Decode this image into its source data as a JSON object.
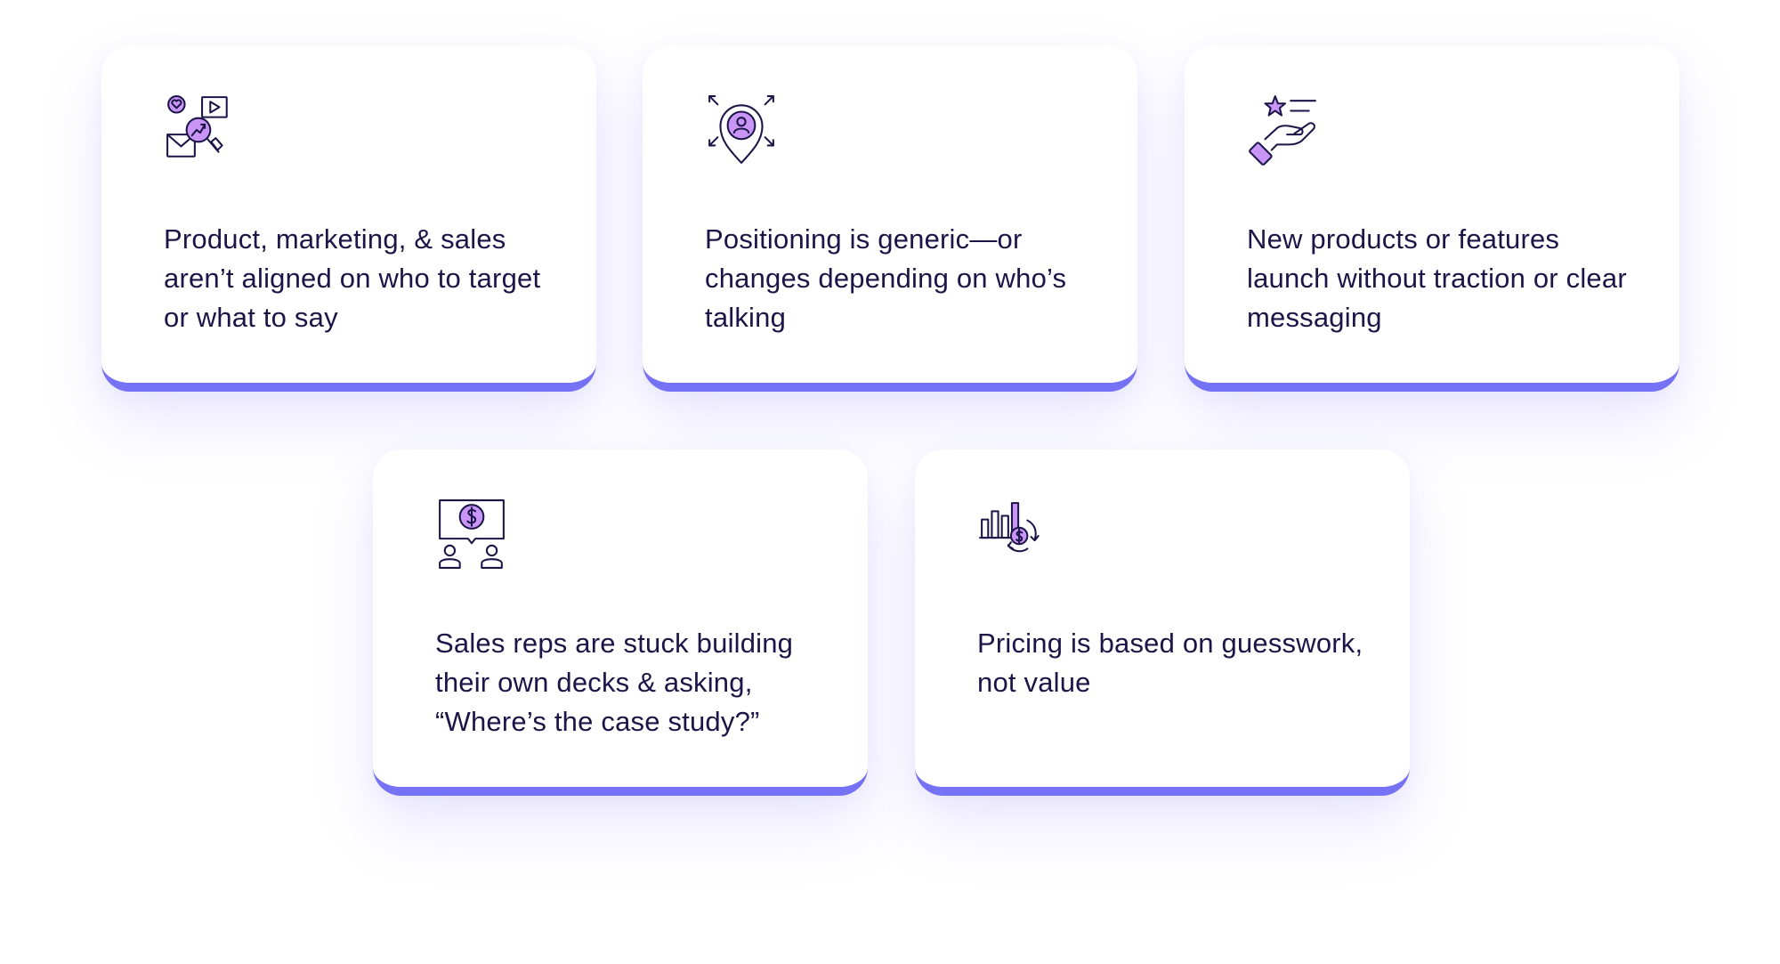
{
  "cards": [
    {
      "icon": "marketing-analytics-icon",
      "text": "Product, marketing, & sales aren’t aligned on who to target or what to say"
    },
    {
      "icon": "location-pin-person-icon",
      "text": "Positioning is generic—or changes depending on who’s talking"
    },
    {
      "icon": "hand-star-icon",
      "text": "New products or features launch without traction or clear messaging"
    },
    {
      "icon": "sales-presentation-icon",
      "text": "Sales reps are stuck building their own decks & asking, “Where’s the case study?”"
    },
    {
      "icon": "pricing-chart-icon",
      "text": "Pricing is based on guesswork, not value"
    }
  ],
  "colors": {
    "accent": "#7672f5",
    "icon_fill": "#c995f7",
    "text": "#1c1548"
  }
}
